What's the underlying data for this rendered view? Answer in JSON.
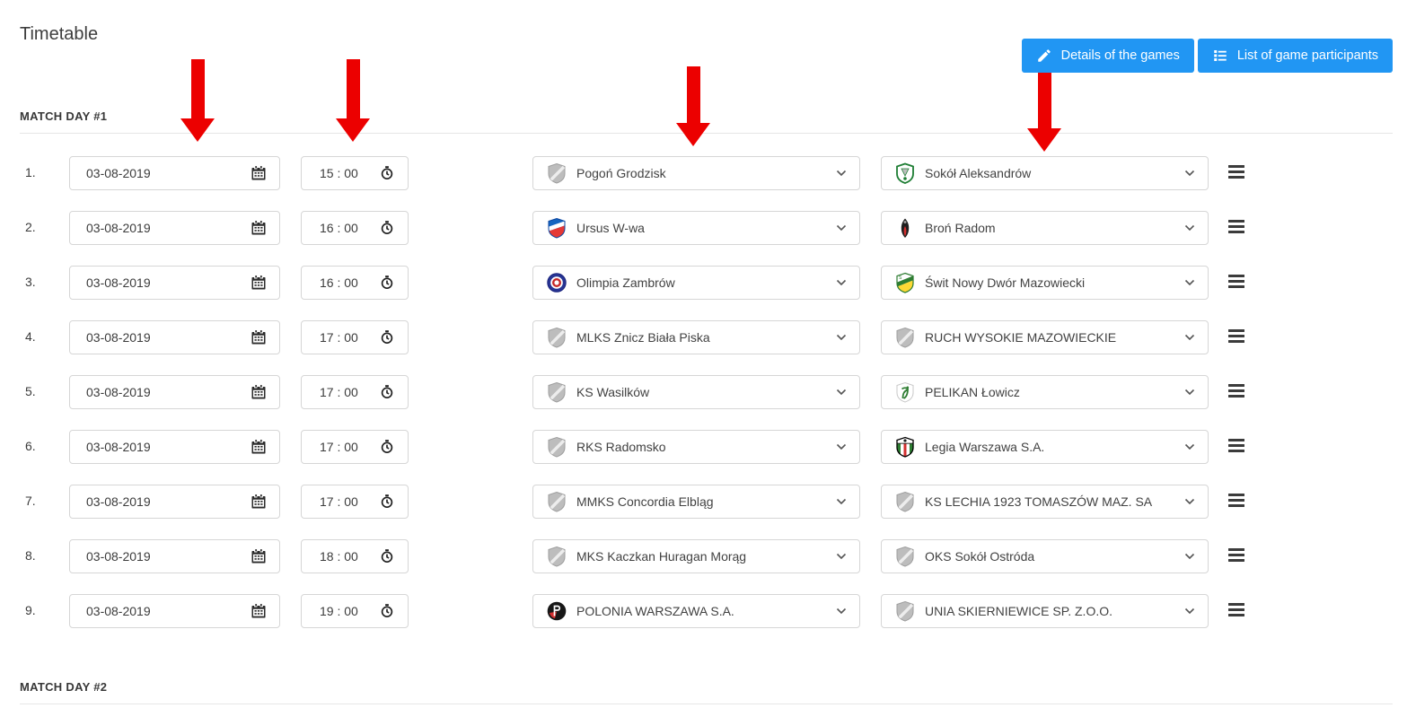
{
  "page": {
    "title": "Timetable"
  },
  "toolbar": {
    "details_button": {
      "label": "Details of the games",
      "icon": "pencil-icon"
    },
    "participants_button": {
      "label": "List of game participants",
      "icon": "list-icon"
    }
  },
  "colors": {
    "accent_blue": "#2196f3",
    "arrow_red": "#ec0000"
  },
  "annotations": {
    "red_arrows": [
      "date-column",
      "time-column",
      "home-team-column",
      "away-team-column"
    ]
  },
  "sections": [
    {
      "label": "MATCH DAY #1"
    },
    {
      "label": "MATCH DAY #2"
    }
  ],
  "rows": [
    {
      "index": "1.",
      "date": "03-08-2019",
      "time": "15 : 00",
      "home": {
        "name": "Pogoń Grodzisk",
        "logo": "placeholder-crest"
      },
      "away": {
        "name": "Sokół Aleksandrów",
        "logo": "sokol-aleksandrow-crest"
      }
    },
    {
      "index": "2.",
      "date": "03-08-2019",
      "time": "16 : 00",
      "home": {
        "name": "Ursus W-wa",
        "logo": "ursus-crest"
      },
      "away": {
        "name": "Broń Radom",
        "logo": "bron-radom-crest"
      }
    },
    {
      "index": "3.",
      "date": "03-08-2019",
      "time": "16 : 00",
      "home": {
        "name": "Olimpia Zambrów",
        "logo": "olimpia-zambrow-crest"
      },
      "away": {
        "name": "Świt Nowy Dwór Mazowiecki",
        "logo": "swit-crest"
      }
    },
    {
      "index": "4.",
      "date": "03-08-2019",
      "time": "17 : 00",
      "home": {
        "name": "MLKS Znicz Biała Piska",
        "logo": "placeholder-crest"
      },
      "away": {
        "name": "RUCH WYSOKIE MAZOWIECKIE",
        "logo": "placeholder-crest"
      }
    },
    {
      "index": "5.",
      "date": "03-08-2019",
      "time": "17 : 00",
      "home": {
        "name": "KS Wasilków",
        "logo": "placeholder-crest"
      },
      "away": {
        "name": "PELIKAN Łowicz",
        "logo": "pelikan-crest"
      }
    },
    {
      "index": "6.",
      "date": "03-08-2019",
      "time": "17 : 00",
      "home": {
        "name": "RKS Radomsko",
        "logo": "placeholder-crest"
      },
      "away": {
        "name": "Legia Warszawa S.A.",
        "logo": "legia-crest"
      }
    },
    {
      "index": "7.",
      "date": "03-08-2019",
      "time": "17 : 00",
      "home": {
        "name": "MMKS Concordia Elbląg",
        "logo": "placeholder-crest"
      },
      "away": {
        "name": "KS LECHIA 1923 TOMASZÓW MAZ. SA",
        "logo": "placeholder-crest"
      }
    },
    {
      "index": "8.",
      "date": "03-08-2019",
      "time": "18 : 00",
      "home": {
        "name": "MKS Kaczkan Huragan Morąg",
        "logo": "placeholder-crest"
      },
      "away": {
        "name": "OKS Sokół Ostróda",
        "logo": "placeholder-crest"
      }
    },
    {
      "index": "9.",
      "date": "03-08-2019",
      "time": "19 : 00",
      "home": {
        "name": "POLONIA WARSZAWA S.A.",
        "logo": "polonia-crest"
      },
      "away": {
        "name": "UNIA SKIERNIEWICE SP. Z.O.O.",
        "logo": "placeholder-crest"
      }
    }
  ]
}
